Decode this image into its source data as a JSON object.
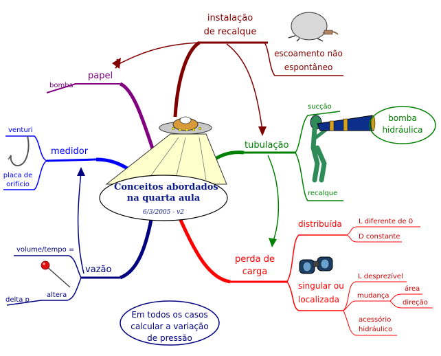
{
  "center": {
    "title_line1": "Conceitos abordados",
    "title_line2": "na quarta aula",
    "date": "6/3/2005 - v2"
  },
  "branches": {
    "instalacao": {
      "label_line1": "instalação",
      "label_line2": "de recalque",
      "escoamento_line1": "escoamento não",
      "escoamento_line2": "espontâneo"
    },
    "papel": {
      "label": "papel",
      "bomba": "bomba"
    },
    "medidor": {
      "label": "medidor",
      "venturi": "venturi",
      "placa_line1": "placa de",
      "placa_line2": "orifício"
    },
    "vazao": {
      "label": "vazão",
      "volume_tempo": "volume/tempo =",
      "altera": "altera",
      "delta_p": "delta p"
    },
    "tubulacao": {
      "label": "tubulação",
      "succao": "sucção",
      "recalque": "recalque",
      "bomba_hidraulica_line1": "bomba",
      "bomba_hidraulica_line2": "hidráulica"
    },
    "perda": {
      "label_line1": "perda de",
      "label_line2": "carga",
      "distribuida": "distribuída",
      "l_diferente": "L diferente de 0",
      "d_constante": "D constante",
      "singular_line1": "singular ou",
      "singular_line2": "localizada",
      "l_desprezivel": "L desprezível",
      "mudanca": "mudança",
      "area": "área",
      "direcao": "direção",
      "acessorio_line1": "acessório",
      "acessorio_line2": "hidráulico"
    }
  },
  "note": {
    "line1": "Em todos os casos",
    "line2": "calcular a variação",
    "line3": "de pressão"
  },
  "colors": {
    "instalacao": "#800000",
    "papel": "#800080",
    "medidor": "#0000ff",
    "vazao": "#000080",
    "tubulacao": "#008000",
    "perda": "#ff0000",
    "note": "#000080"
  }
}
